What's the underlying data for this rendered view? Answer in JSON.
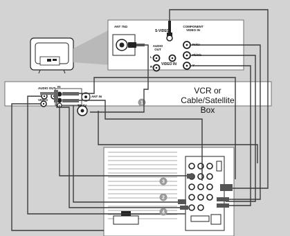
{
  "tv_panel": {
    "ant_label": "ANT 75Ω",
    "svideo_label": "S-VIDEO",
    "component_label": "COMPONENT VIDEO IN",
    "audio_out_label": "AUDIO OUT",
    "audio_l": "L",
    "audio_r": "R",
    "video_in_label": "VIDEO IN",
    "pr_label": "Pr/Cr",
    "pb_label": "Pb/Cb",
    "y_label": "Y"
  },
  "vcr": {
    "title_line1": "VCR or",
    "title_line2": "Cable/Satellite",
    "title_line3": "Box",
    "audio_out_label": "AUDIO OUT",
    "video_label": "VIDEO",
    "in_label": "IN",
    "ant_in_label": "ANT IN",
    "to_tv_label": "TO TV",
    "step_number": "1"
  },
  "player": {
    "steps": [
      "3",
      "2",
      "4"
    ]
  },
  "colors": {
    "background": "#d3d3d3",
    "panel": "#ffffff",
    "cable": "#3a3a3a",
    "step_badge": "#9a9a9a"
  }
}
